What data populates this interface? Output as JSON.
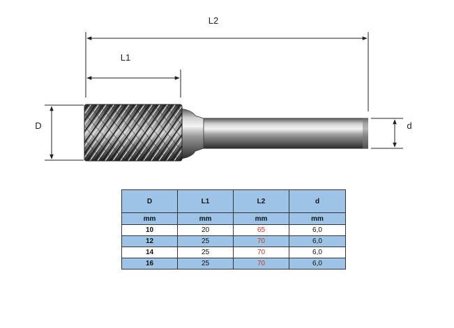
{
  "diagram": {
    "labels": {
      "overall_length": "L2",
      "cutting_length": "L1",
      "head_diameter": "D",
      "shank_diameter": "d"
    }
  },
  "table": {
    "headers": [
      "D",
      "L1",
      "L2",
      "d"
    ],
    "units": [
      "mm",
      "mm",
      "mm",
      "mm"
    ],
    "rows": [
      [
        "10",
        "20",
        "65",
        "6,0"
      ],
      [
        "12",
        "25",
        "70",
        "6,0"
      ],
      [
        "14",
        "25",
        "70",
        "6,0"
      ],
      [
        "16",
        "25",
        "70",
        "6,0"
      ]
    ]
  }
}
